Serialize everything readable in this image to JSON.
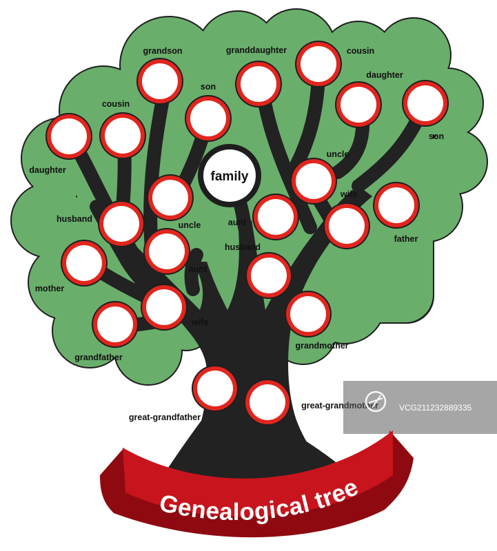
{
  "colors": {
    "foliage": "#6aae6c",
    "foliage_stroke": "#1e1e1e",
    "trunk": "#222222",
    "frame_red": "#e0261e",
    "banner_red": "#c8141c",
    "banner_dark": "#8e0a10"
  },
  "center_label": "family",
  "banner_title": "Genealogical tree",
  "watermark": {
    "text": "VCG211232889335",
    "logo": "VCG"
  },
  "people": [
    {
      "id": "grandson",
      "label": "grandson"
    },
    {
      "id": "granddaughter",
      "label": "granddaughter"
    },
    {
      "id": "cousin-top",
      "label": "cousin"
    },
    {
      "id": "daughter-top",
      "label": "daughter"
    },
    {
      "id": "son-top",
      "label": "son"
    },
    {
      "id": "son-right",
      "label": "son"
    },
    {
      "id": "cousin-left",
      "label": "cousin"
    },
    {
      "id": "daughter-left",
      "label": "daughter"
    },
    {
      "id": "uncle-right",
      "label": "uncle"
    },
    {
      "id": "wife-right",
      "label": "wife"
    },
    {
      "id": "aunt-center",
      "label": "aunt"
    },
    {
      "id": "father",
      "label": "father"
    },
    {
      "id": "husband-left",
      "label": "husband"
    },
    {
      "id": "uncle-left",
      "label": "uncle"
    },
    {
      "id": "husband-center",
      "label": "husband"
    },
    {
      "id": "mother",
      "label": "mother"
    },
    {
      "id": "aunt-left",
      "label": "aunt"
    },
    {
      "id": "wife-left",
      "label": "wife"
    },
    {
      "id": "grandfather",
      "label": "grandfather"
    },
    {
      "id": "grandmother",
      "label": "grandmother"
    },
    {
      "id": "great-grandfather",
      "label": "great-grandfather"
    },
    {
      "id": "great-grandmother",
      "label": "great-grandmother"
    }
  ]
}
